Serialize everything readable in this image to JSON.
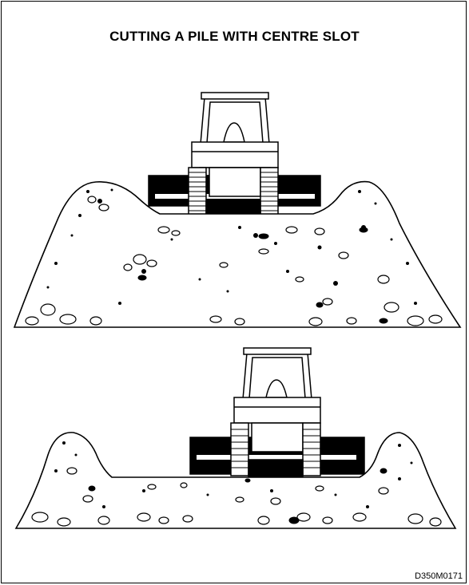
{
  "title": "CUTTING A PILE WITH CENTRE SLOT",
  "figure_code": "D350M0171",
  "colors": {
    "ink": "#000000",
    "paper": "#ffffff"
  },
  "illustrations": [
    {
      "name": "pile-with-centre-slot",
      "subject": "bulldozer-rear-view"
    },
    {
      "name": "pile-cut-down",
      "subject": "bulldozer-rear-view"
    }
  ]
}
